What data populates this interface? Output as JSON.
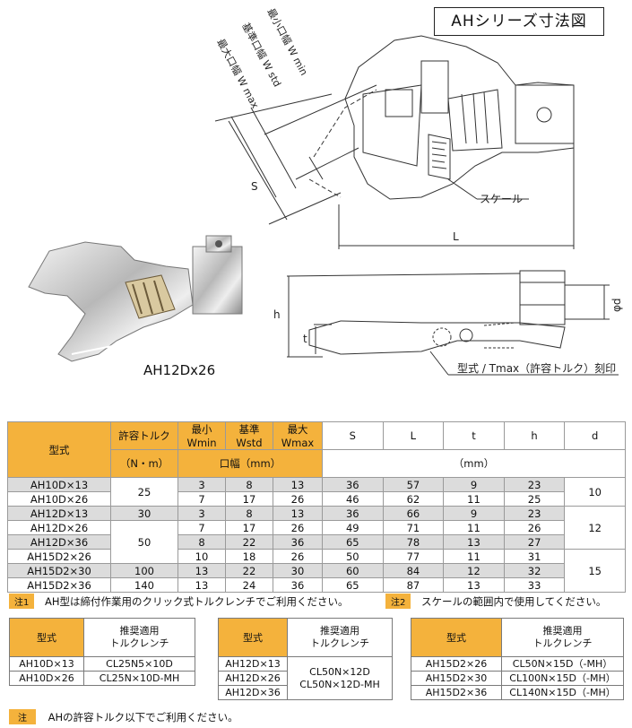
{
  "title": "AHシリーズ寸法図",
  "drawing_labels": {
    "w_min": "最小口幅 W min",
    "w_std": "基準口幅 W std",
    "w_max": "最大口幅 W max",
    "s": "S",
    "scale": "スケール",
    "l": "L",
    "h": "h",
    "t": "t",
    "phi_d": "φd",
    "engraving": "型式 / Tmax（許容トルク）刻印"
  },
  "photo_caption": "AH12Dx26",
  "spec_table": {
    "headers": {
      "model": "型式",
      "torque": "許容トルク",
      "torque_unit": "（N・m）",
      "wmin_1": "最小",
      "wmin_2": "Wmin",
      "wstd_1": "基準",
      "wstd_2": "Wstd",
      "wmax_1": "最大",
      "wmax_2": "Wmax",
      "jaw_unit": "口幅（mm）",
      "s": "S",
      "l": "L",
      "t": "t",
      "h": "h",
      "d": "d",
      "dim_unit": "（mm）"
    },
    "torque_groups": [
      "25",
      "30",
      "50",
      "100",
      "140"
    ],
    "d_groups": [
      "10",
      "12",
      "15"
    ],
    "rows": [
      {
        "model": "AH10D×13",
        "wmin": "3",
        "wstd": "8",
        "wmax": "13",
        "s": "36",
        "l": "57",
        "t": "9",
        "h": "23"
      },
      {
        "model": "AH10D×26",
        "wmin": "7",
        "wstd": "17",
        "wmax": "26",
        "s": "46",
        "l": "62",
        "t": "11",
        "h": "25"
      },
      {
        "model": "AH12D×13",
        "wmin": "3",
        "wstd": "8",
        "wmax": "13",
        "s": "36",
        "l": "66",
        "t": "9",
        "h": "23"
      },
      {
        "model": "AH12D×26",
        "wmin": "7",
        "wstd": "17",
        "wmax": "26",
        "s": "49",
        "l": "71",
        "t": "11",
        "h": "26"
      },
      {
        "model": "AH12D×36",
        "wmin": "8",
        "wstd": "22",
        "wmax": "36",
        "s": "65",
        "l": "78",
        "t": "13",
        "h": "27"
      },
      {
        "model": "AH15D2×26",
        "wmin": "10",
        "wstd": "18",
        "wmax": "26",
        "s": "50",
        "l": "77",
        "t": "11",
        "h": "31"
      },
      {
        "model": "AH15D2×30",
        "wmin": "13",
        "wstd": "22",
        "wmax": "30",
        "s": "60",
        "l": "84",
        "t": "12",
        "h": "32"
      },
      {
        "model": "AH15D2×36",
        "wmin": "13",
        "wstd": "24",
        "wmax": "36",
        "s": "65",
        "l": "87",
        "t": "13",
        "h": "33"
      }
    ]
  },
  "notes": {
    "n1_badge": "注1",
    "n1_text": "AH型は締付作業用のクリック式トルクレンチでご利用ください。",
    "n2_badge": "注2",
    "n2_text": "スケールの範囲内で使用してください。",
    "bottom_badge": "注",
    "bottom_text": "AHの許容トルク以下でご利用ください。"
  },
  "rec_tables": {
    "model_header": "型式",
    "wrench_header_1": "推奨適用",
    "wrench_header_2": "トルクレンチ",
    "t1": {
      "models": [
        "AH10D×13",
        "AH10D×26"
      ],
      "wrenches": [
        "CL25N5×10D",
        "CL25N×10D-MH"
      ]
    },
    "t2": {
      "models": [
        "AH12D×13",
        "AH12D×26",
        "AH12D×36"
      ],
      "wrenches": [
        "CL50N×12D",
        "CL50N×12D-MH"
      ]
    },
    "t3": {
      "models": [
        "AH15D2×26",
        "AH15D2×30",
        "AH15D2×36"
      ],
      "wrenches": [
        "CL50N×15D（-MH）",
        "CL100N×15D（-MH）",
        "CL140N×15D（-MH）"
      ]
    }
  },
  "colors": {
    "accent": "#f4b23c",
    "shade": "#dcdcdc"
  }
}
